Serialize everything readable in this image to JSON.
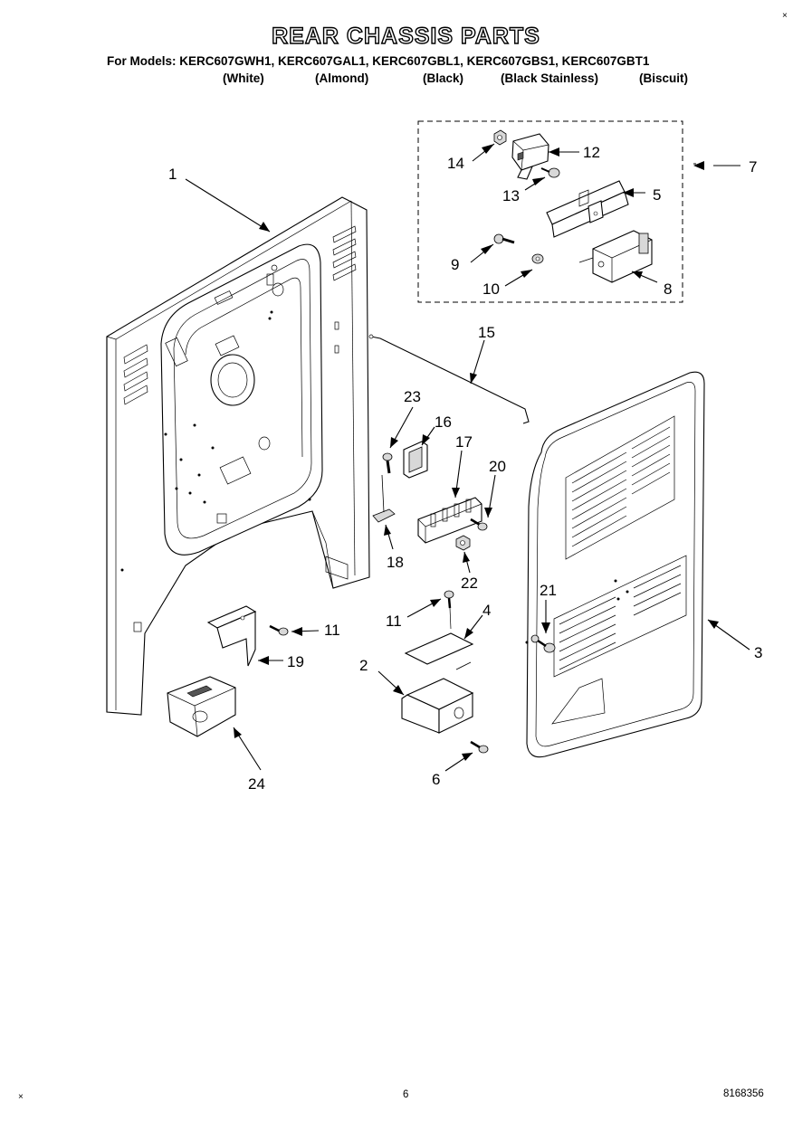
{
  "header": {
    "title": "REAR CHASSIS PARTS",
    "models_line": "For Models: KERC607GWH1, KERC607GAL1, KERC607GBL1, KERC607GBS1, KERC607GBT1",
    "colors": [
      "(White)",
      "(Almond)",
      "(Black)",
      "(Black Stainless)",
      "(Biscuit)"
    ]
  },
  "callouts": [
    "1",
    "2",
    "3",
    "4",
    "5",
    "6",
    "7",
    "8",
    "9",
    "10",
    "11",
    "12",
    "13",
    "14",
    "15",
    "16",
    "17",
    "18",
    "19",
    "20",
    "21",
    "22",
    "23",
    "24"
  ],
  "footer": {
    "page_number": "6",
    "part_number": "8168356"
  },
  "marks": {
    "top_right": "×",
    "bottom_left": "×"
  }
}
